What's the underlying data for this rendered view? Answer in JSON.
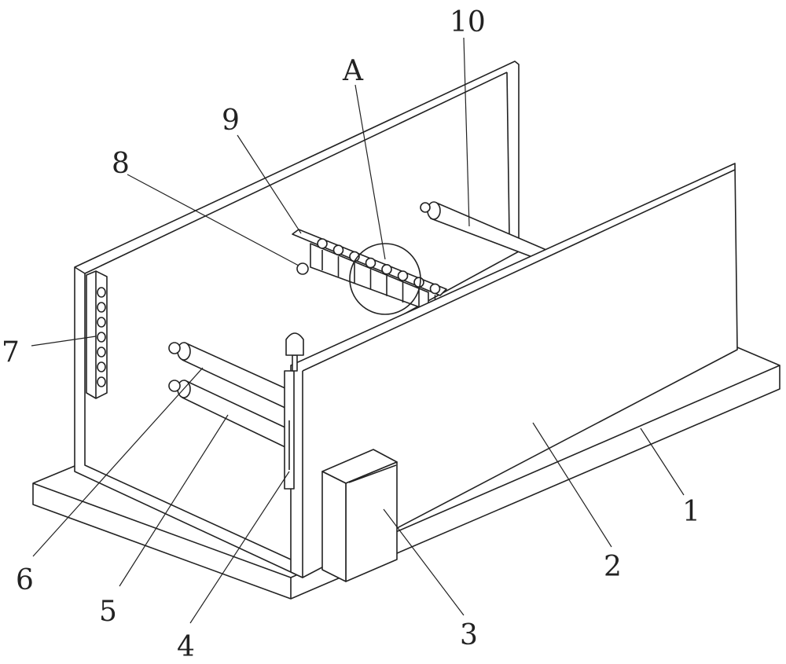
{
  "figure": {
    "labels": {
      "l1": "1",
      "l2": "2",
      "l3": "3",
      "l4": "4",
      "l5": "5",
      "l6": "6",
      "l7": "7",
      "l8": "8",
      "l9": "9",
      "l10": "10",
      "lA": "A"
    }
  }
}
